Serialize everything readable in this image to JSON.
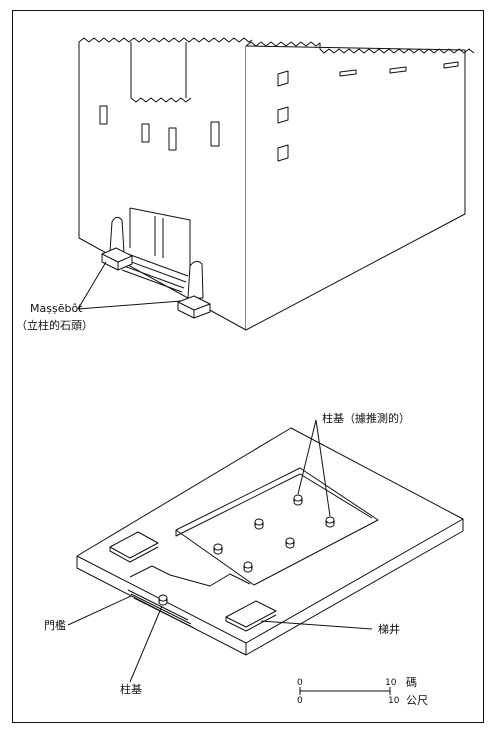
{
  "top_view": {
    "massebot_label": "Maṣṣēbôt",
    "massebot_sub": "（立柱的石頭）"
  },
  "bottom_view": {
    "pillar_base_inferred": "柱基（據推測的）",
    "threshold": "門檻",
    "pillar_base": "柱基",
    "stairwell": "梯井"
  },
  "scale_bar": {
    "top_unit": "碼",
    "bottom_unit": "公尺",
    "top_start": "0",
    "top_end": "10",
    "bottom_start": "0",
    "bottom_end": "10"
  }
}
